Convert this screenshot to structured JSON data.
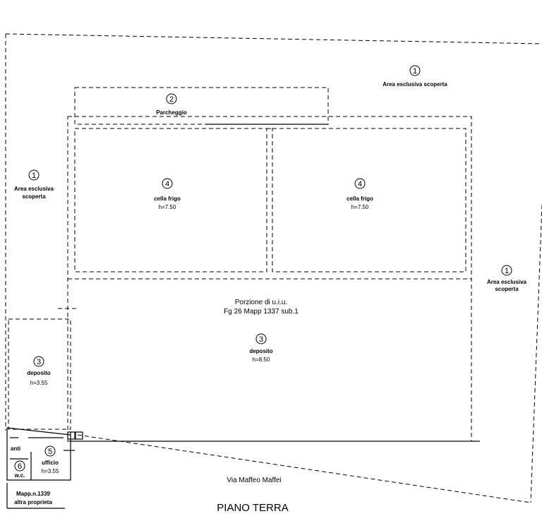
{
  "title": "PIANO TERRA",
  "street": "Via Maffeo Maffei",
  "portion": {
    "line1": "Porzione di u.i.u.",
    "line2": "Fg 26 Mapp 1337 sub.1"
  },
  "neighbor": {
    "line1": "Mapp.n.1339",
    "line2": "altra proprieta"
  },
  "areas": {
    "area_top": {
      "num": "1",
      "label": "Area esclusiva scoperta"
    },
    "area_left": {
      "num": "1",
      "line1": "Area esclusiva",
      "line2": "scoperta"
    },
    "area_right": {
      "num": "1",
      "line1": "Area esclusiva",
      "line2": "scoperta"
    },
    "parcheggio": {
      "num": "2",
      "label": "Parcheggio"
    },
    "cella_1": {
      "num": "4",
      "label": "cella frigo",
      "height": "h=7.50"
    },
    "cella_2": {
      "num": "4",
      "label": "cella frigo",
      "height": "h=7.50"
    },
    "deposito_main": {
      "num": "3",
      "label": "deposito",
      "height": "h=8.50"
    },
    "deposito_small": {
      "num": "3",
      "label": "deposito",
      "height": "h=3.55"
    },
    "anti": {
      "label": "anti"
    },
    "ufficio": {
      "num": "5",
      "label": "ufficio",
      "height": "h=3.55"
    },
    "wc": {
      "num": "6",
      "label": "w.c."
    }
  }
}
